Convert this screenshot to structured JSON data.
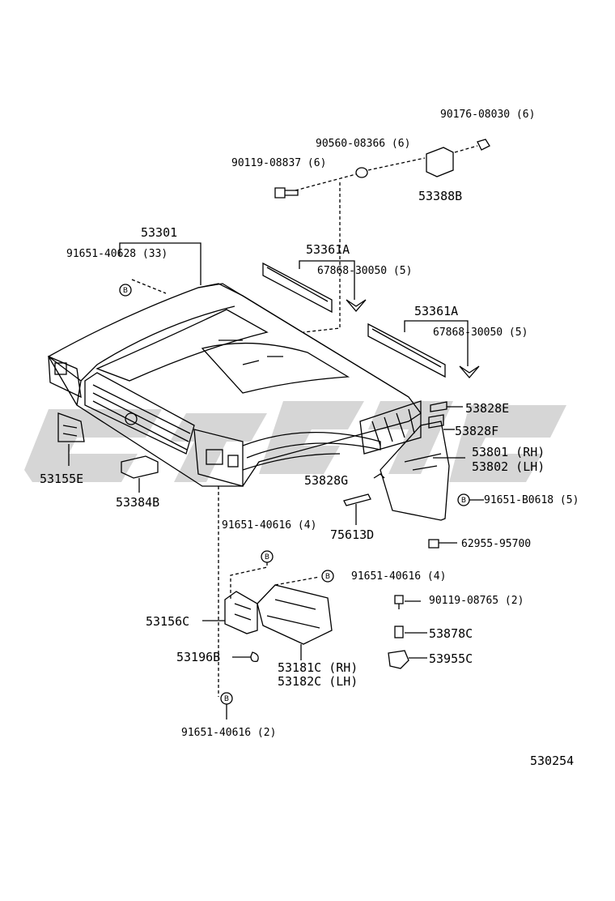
{
  "diagram_number": "530254",
  "parts": {
    "p1": "90176-08030 (6)",
    "p2": "90560-08366 (6)",
    "p3": "90119-08837 (6)",
    "p4": "53388B",
    "p5": "53301",
    "p6": "91651-40628 (33)",
    "p7": "53361A",
    "p8": "67868-30050 (5)",
    "p9": "53361A",
    "p10": "67868-30050 (5)",
    "p11": "53828E",
    "p12": "53828F",
    "p13": "53801 (RH)",
    "p14": "53802 (LH)",
    "p15": "53828G",
    "p16": "53155E",
    "p17": "53384B",
    "p18": "91651-B0618 (5)",
    "p19": "75613D",
    "p20": "62955-95700",
    "p21": "91651-40616 (4)",
    "p22": "91651-40616 (4)",
    "p23": "90119-08765 (2)",
    "p24": "53156C",
    "p25": "53878C",
    "p26": "53196B",
    "p27": "53955C",
    "p28": "53181C (RH)",
    "p29": "53182C (LH)",
    "p30": "91651-40616 (2)"
  },
  "clip_symbol": "B",
  "colors": {
    "ink": "#000000",
    "watermark": "#c9c9c9"
  }
}
